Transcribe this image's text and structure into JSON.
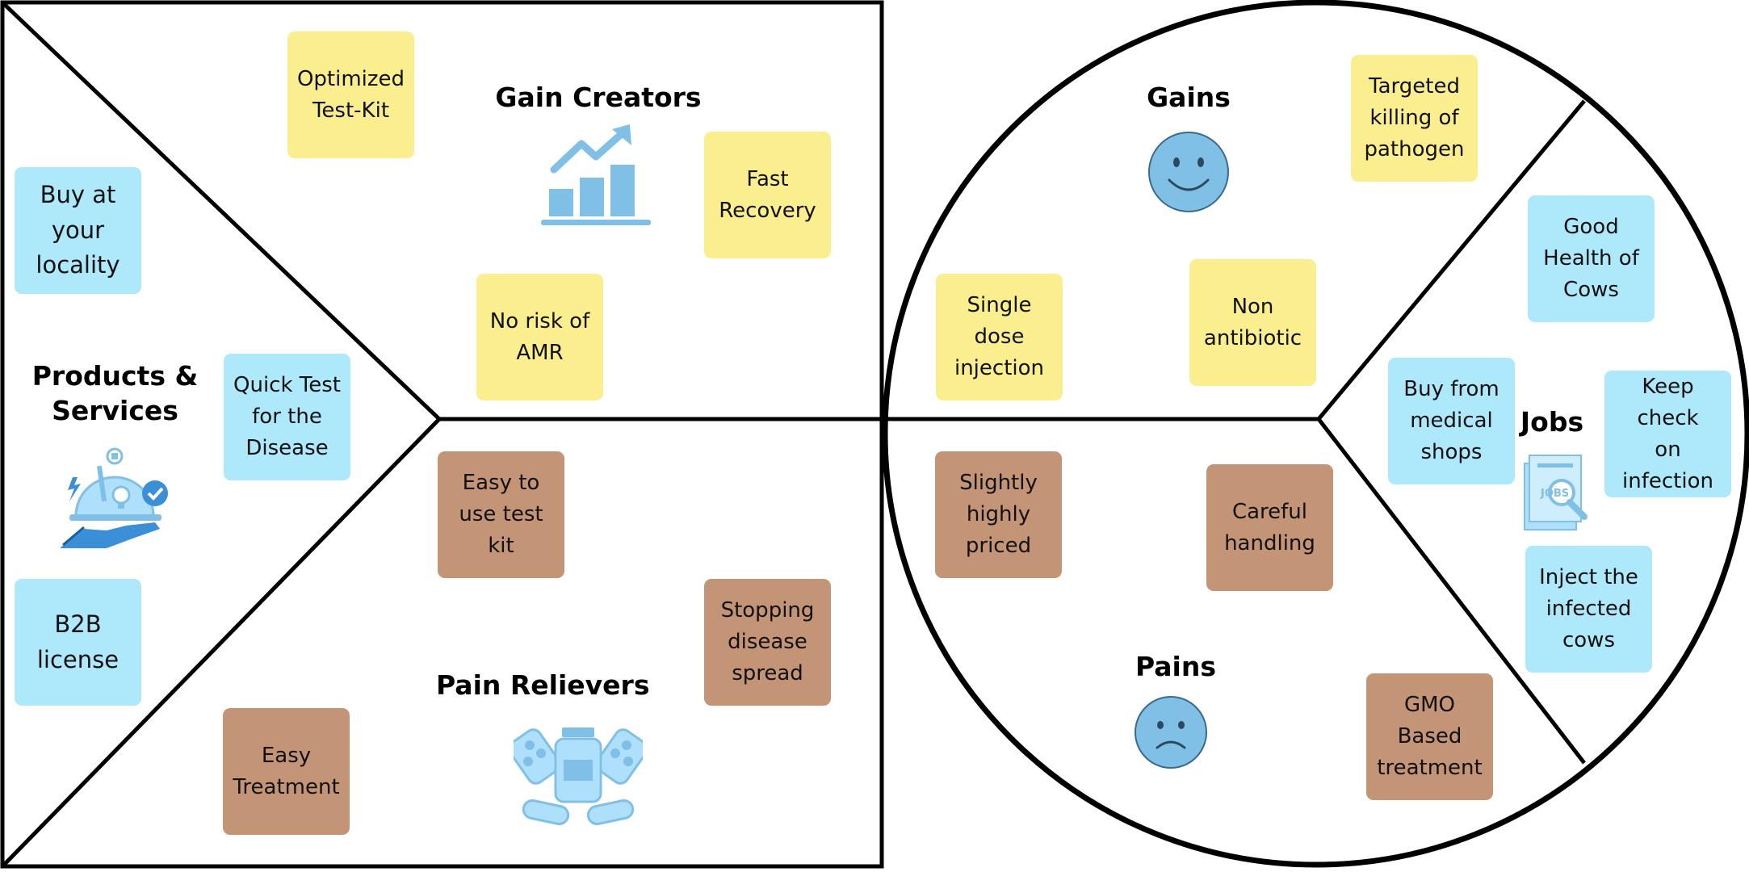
{
  "colors": {
    "outline": "#000000",
    "gain_note": "#fbee8f",
    "product_note": "#aee8fb",
    "pain_note": "#c49476",
    "icon_blue": "#80bfe6",
    "icon_light_blue": "#aee0fb"
  },
  "product_square": {
    "gain_creators": {
      "title": "Gain Creators",
      "icon": "growth-chart-icon",
      "notes": [
        "Optimized\nTest-Kit",
        "Fast\nRecovery",
        "No risk of\nAMR"
      ]
    },
    "products_services": {
      "title": "Products &\nServices",
      "icon": "service-tray-icon",
      "notes": [
        "Buy at\nyour\nlocality",
        "Quick Test\nfor the\nDisease",
        "B2B\nlicense"
      ]
    },
    "pain_relievers": {
      "title": "Pain Relievers",
      "icon": "medicine-icon",
      "notes": [
        "Easy to\nuse test\nkit",
        "Stopping\ndisease\nspread",
        "Easy\nTreatment"
      ]
    }
  },
  "customer_circle": {
    "gains": {
      "title": "Gains",
      "icon": "smiley-face-icon",
      "notes": [
        "Targeted\nkilling of\npathogen",
        "Single dose\ninjection",
        "Non\nantibiotic"
      ]
    },
    "jobs": {
      "title": "Jobs",
      "icon": "jobs-document-icon",
      "notes": [
        "Good\nHealth of\nCows",
        "Buy from\nmedical\nshops",
        "Keep check\non\ninfection",
        "Inject the\ninfected\ncows"
      ]
    },
    "pains": {
      "title": "Pains",
      "icon": "sad-face-icon",
      "notes": [
        "Slightly\nhighly\npriced",
        "Careful\nhandling",
        "GMO\nBased\ntreatment"
      ]
    }
  }
}
